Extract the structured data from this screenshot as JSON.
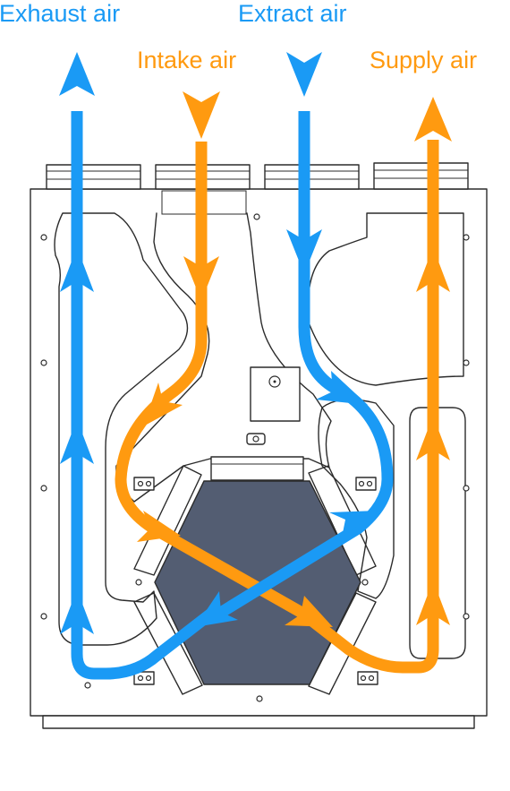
{
  "labels": {
    "exhaust_air": "Exhaust air",
    "extract_air": "Extract air",
    "intake_air": "Intake air",
    "supply_air": "Supply air"
  },
  "colors": {
    "blue": "#1a9af5",
    "orange": "#ff9a10",
    "exchanger": "#535d72",
    "outline": "#2b2b2b"
  },
  "icons": {
    "flow_arrow": "arrowhead-icon"
  }
}
